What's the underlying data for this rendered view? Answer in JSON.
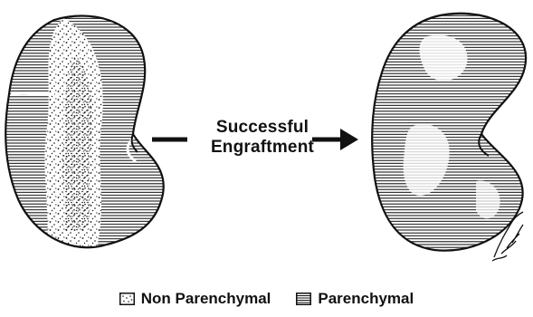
{
  "center_label": {
    "line1": "Successful",
    "line2": "Engraftment"
  },
  "legend": {
    "items": [
      {
        "label": "Non Parenchymal",
        "pattern": "stipple"
      },
      {
        "label": "Parenchymal",
        "pattern": "horizontal-lines"
      }
    ]
  },
  "colors": {
    "ink": "#111111",
    "paper": "#ffffff"
  }
}
